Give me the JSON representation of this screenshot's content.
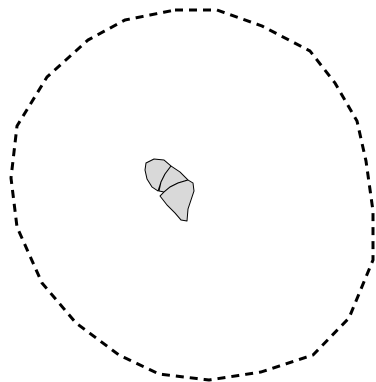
{
  "map": {
    "boundary": {
      "style": "dashed",
      "stroke_color": "#000000",
      "fill_color": "none"
    },
    "regions": [
      {
        "id": "region-1",
        "fill_color": "#d9d9d9",
        "stroke_color": "#000000"
      },
      {
        "id": "region-2",
        "fill_color": "#d9d9d9",
        "stroke_color": "#000000"
      },
      {
        "id": "region-3",
        "fill_color": "#d9d9d9",
        "stroke_color": "#000000"
      }
    ]
  }
}
